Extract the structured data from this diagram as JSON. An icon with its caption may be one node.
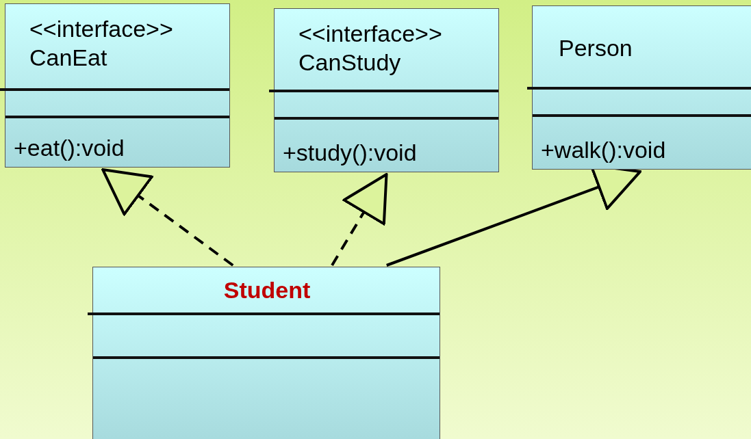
{
  "diagram": {
    "nodes": [
      {
        "text": [
          "<<interface>> CanEat",
          "+eat():void"
        ]
      },
      {
        "text": [
          "<<interface>> CanStudy",
          "+study():void"
        ]
      },
      {
        "text": [
          "Person",
          "+walk():void"
        ]
      },
      {
        "text": [
          "Student"
        ]
      }
    ],
    "edges": [
      {
        "from": 3,
        "to": 0,
        "arrow": "to",
        "style": "dashed"
      },
      {
        "from": 3,
        "to": 1,
        "arrow": "to",
        "style": "dashed"
      },
      {
        "from": 3,
        "to": 2,
        "arrow": "to"
      }
    ]
  }
}
